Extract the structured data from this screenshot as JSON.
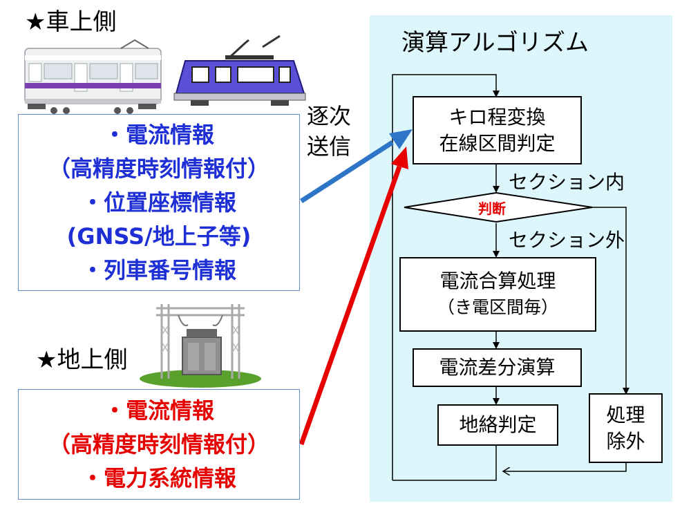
{
  "onboard": {
    "heading": "★車上側",
    "items": [
      "・電流情報",
      "（高精度時刻情報付）",
      "・位置座標情報",
      "(GNSS/地上子等)",
      "・列車番号情報"
    ]
  },
  "ground": {
    "heading": "★地上側",
    "items": [
      "・電流情報",
      "（高精度時刻情報付）",
      "・電力系統情報"
    ]
  },
  "transmit_label": [
    "逐次",
    "送信"
  ],
  "algorithm": {
    "title": "演算アルゴリズム",
    "step1": [
      "キロ程変換",
      "在線区間判定"
    ],
    "inside_label": "セクション内",
    "decision": "判断",
    "outside_label": "セクション外",
    "step2": [
      "電流合算処理",
      "（き電区間毎）"
    ],
    "step3": "電流差分演算",
    "step4": "地絡判定",
    "exclude": [
      "処理",
      "除外"
    ]
  },
  "colors": {
    "onboard_text": "#1f2fd6",
    "ground_text": "#e60000",
    "onboard_arrow": "#2e75c8",
    "ground_arrow": "#e60000",
    "panel_bg": "#ddf6fb"
  }
}
